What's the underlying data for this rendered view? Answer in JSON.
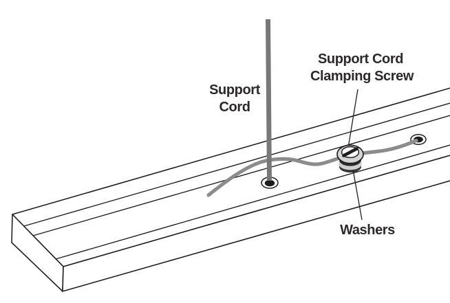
{
  "figure": {
    "labels": {
      "support_cord": {
        "line1": "Support",
        "line2": "Cord"
      },
      "clamping_screw": {
        "line1": "Support Cord",
        "line2": "Clamping Screw"
      },
      "washers": "Washers"
    },
    "colors": {
      "background": "#ffffff",
      "outline": "#231f20",
      "surface_cord": "#8c8c8c",
      "vertical_cord": "#787878",
      "hole_fill": "#1c1c1c",
      "screw_head": "#d4d4d4",
      "screw_slot": "#1c1c1c",
      "washer_dark": "#2b2b2b",
      "washer_light": "#cfcfcf",
      "text": "#2d292a"
    }
  }
}
